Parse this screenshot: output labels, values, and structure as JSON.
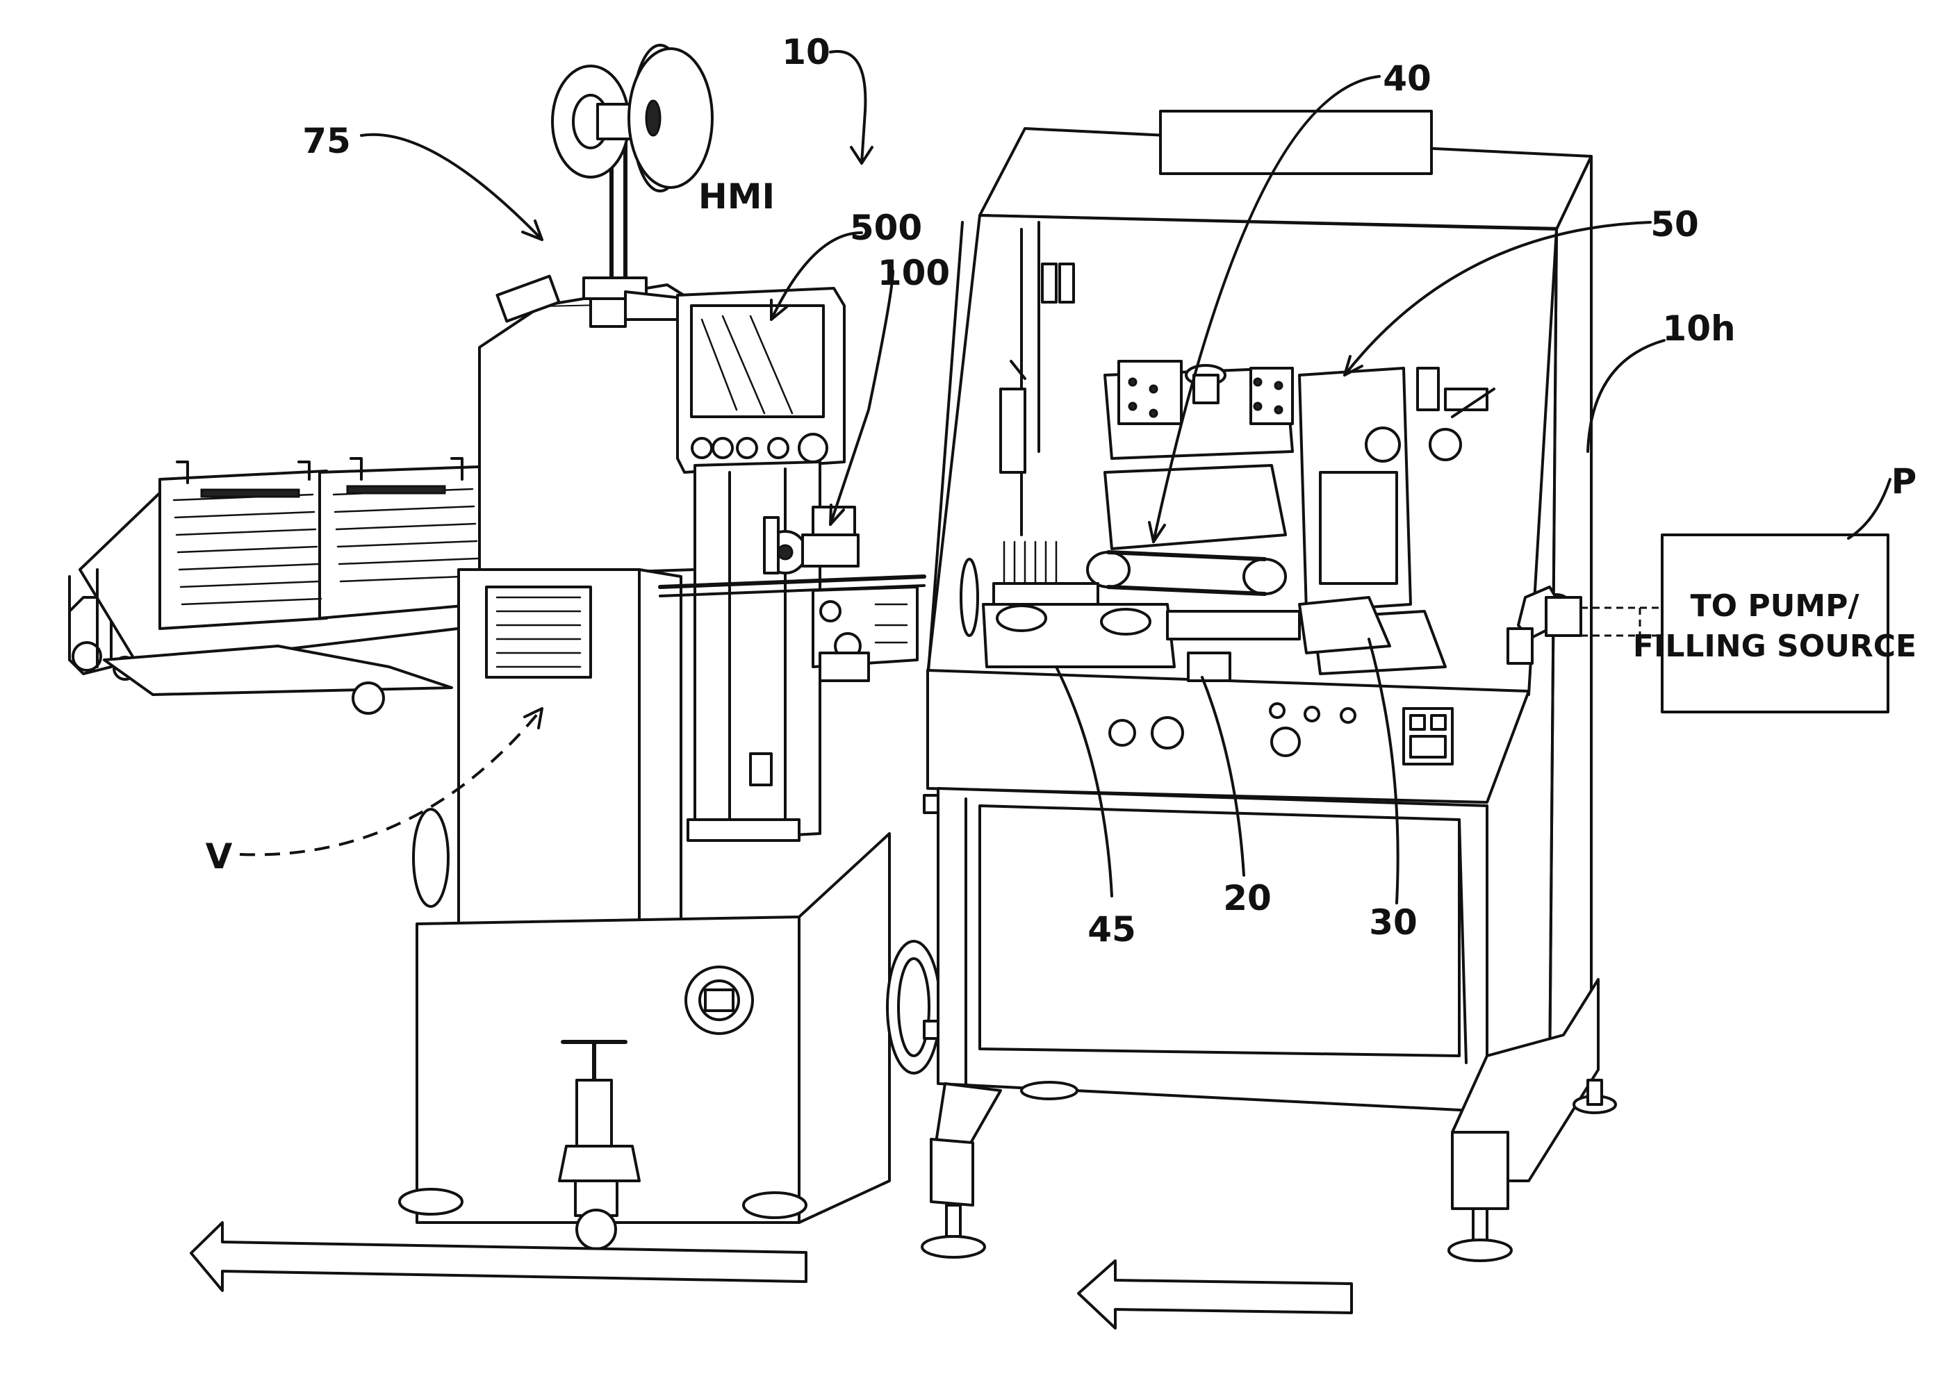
{
  "labels": {
    "system": "10",
    "housing": "10h",
    "component_20": "20",
    "component_30": "30",
    "component_40": "40",
    "component_45": "45",
    "component_50": "50",
    "component_75": "75",
    "component_100": "100",
    "hmi_panel": "500",
    "hmi": "HMI",
    "view_v": "V",
    "pump_ref": "P"
  },
  "pump_box": {
    "line1": "TO PUMP/",
    "line2": "FILLING SOURCE"
  }
}
